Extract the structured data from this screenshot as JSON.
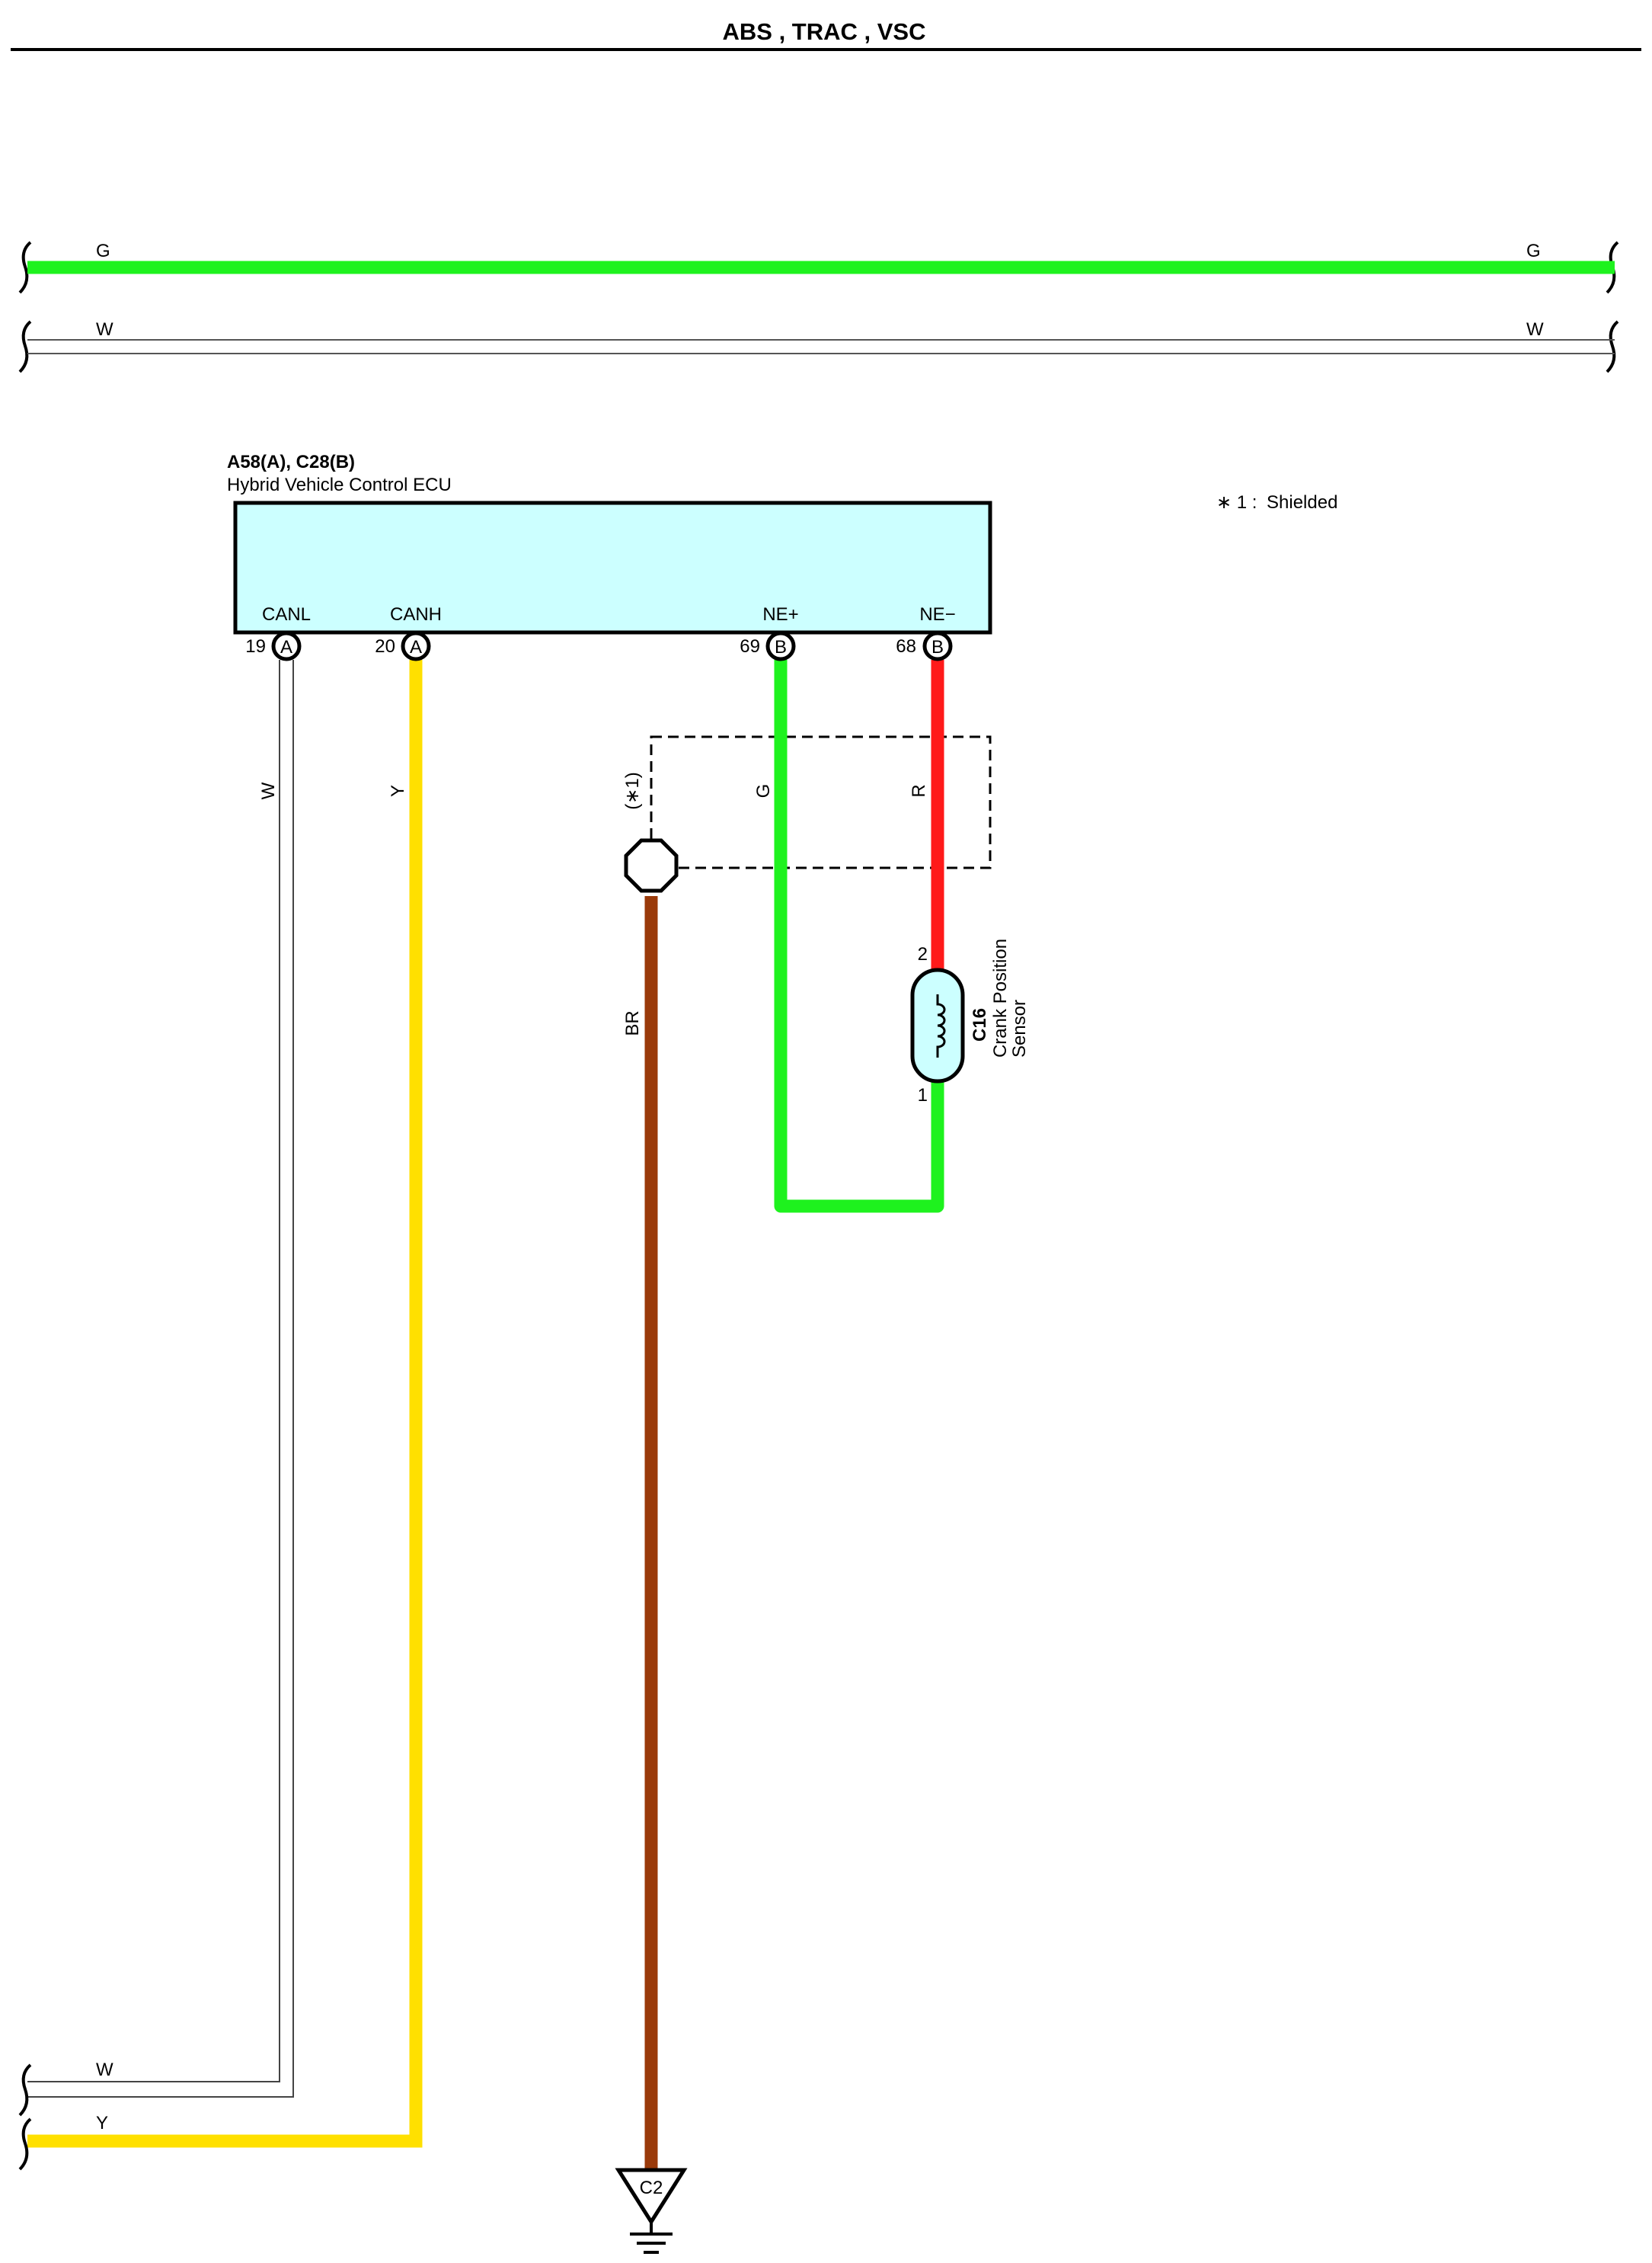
{
  "title": "ABS , TRAC , VSC",
  "colors": {
    "G": "#1ef21e",
    "W": "#ffffff",
    "Y": "#ffe000",
    "R": "#ff1a1a",
    "BR": "#9a3a0a",
    "ecu_fill": "#ccffff",
    "sensor_fill": "#ccffff",
    "outline": "#000000"
  },
  "top_wires": [
    {
      "color": "G",
      "left_label": "G",
      "right_label": "G"
    },
    {
      "color": "W",
      "left_label": "W",
      "right_label": "W"
    }
  ],
  "ecu": {
    "connectors": "A58(A), C28(B)",
    "name": "Hybrid Vehicle Control ECU",
    "pins": [
      {
        "signal": "CANL",
        "number": "19",
        "connector": "A",
        "wire_color": "W"
      },
      {
        "signal": "CANH",
        "number": "20",
        "connector": "A",
        "wire_color": "Y"
      },
      {
        "signal": "NE+",
        "number": "69",
        "connector": "B",
        "wire_color": "G"
      },
      {
        "signal": "NE−",
        "number": "68",
        "connector": "B",
        "wire_color": "R"
      }
    ]
  },
  "note": {
    "mark": "∗ 1 :",
    "text": "Shielded"
  },
  "shield": {
    "label": "(∗1)",
    "ground_wire_color": "BR"
  },
  "sensor": {
    "id": "C16",
    "name_line1": "Crank Position",
    "name_line2": "Sensor",
    "pin_top": "2",
    "pin_bottom": "1"
  },
  "bottom_wires": [
    {
      "color": "W",
      "label": "W"
    },
    {
      "color": "Y",
      "label": "Y"
    }
  ],
  "ground": {
    "id": "C2"
  }
}
